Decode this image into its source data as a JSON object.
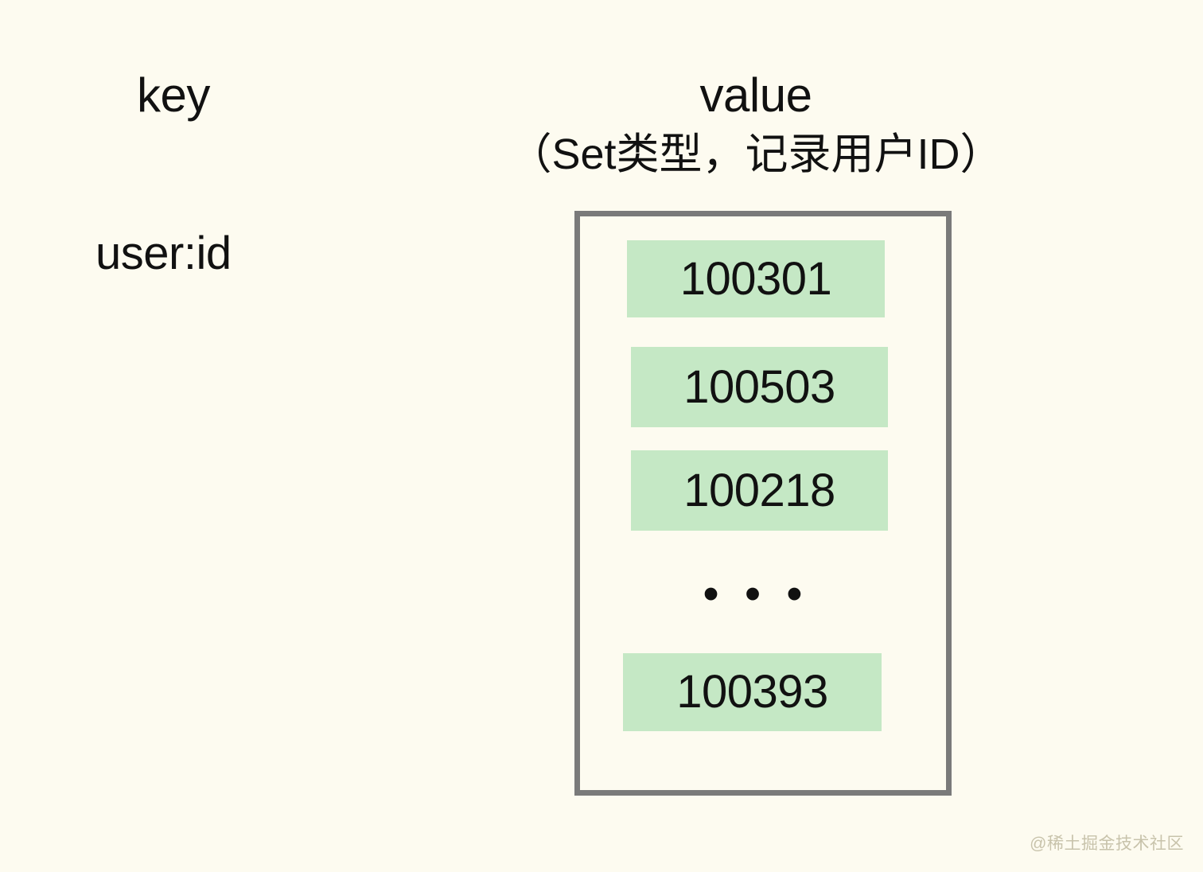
{
  "page": {
    "background_color": "#fdfbf0",
    "text_color": "#111111"
  },
  "columns": {
    "key_header": "key",
    "value_header": "value",
    "value_subtitle": "（Set类型，记录用户ID）"
  },
  "row": {
    "key": "user:id"
  },
  "set_container": {
    "border_color": "#7a7a7a",
    "fill_color": "#fdfbf0"
  },
  "members": [
    {
      "id": "100301"
    },
    {
      "id": "100503"
    },
    {
      "id": "100218"
    },
    {
      "id": "100393"
    }
  ],
  "ellipsis": "• • •",
  "chip_color": "#c5e8c5",
  "watermark": "@稀土掘金技术社区"
}
